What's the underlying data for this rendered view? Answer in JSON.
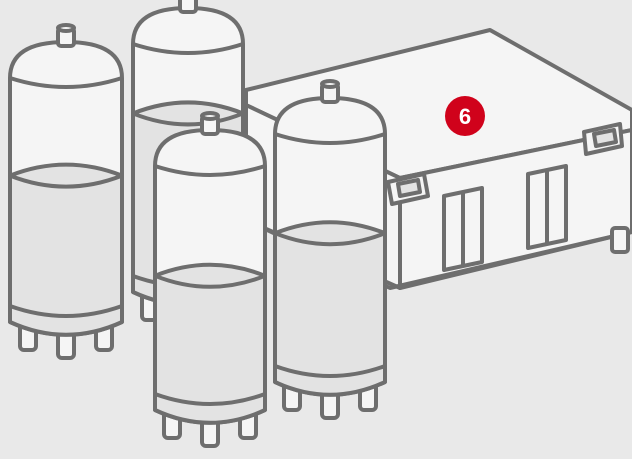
{
  "colors": {
    "background": "#e9e9e9",
    "outline": "#6e6e6e",
    "fill": "#f5f5f5",
    "liquid": "#e3e3e3",
    "badge": "#d0021b",
    "badge_text": "#ffffff"
  },
  "callout": {
    "number": "6",
    "icon": "numbered-callout-badge"
  },
  "tanks": [
    {
      "name": "tank-back-left",
      "liquid_level": 0.6
    },
    {
      "name": "tank-back-middle",
      "liquid_level": 0.72
    },
    {
      "name": "tank-front-middle",
      "liquid_level": 0.55
    },
    {
      "name": "tank-front-right",
      "liquid_level": 0.6
    }
  ]
}
